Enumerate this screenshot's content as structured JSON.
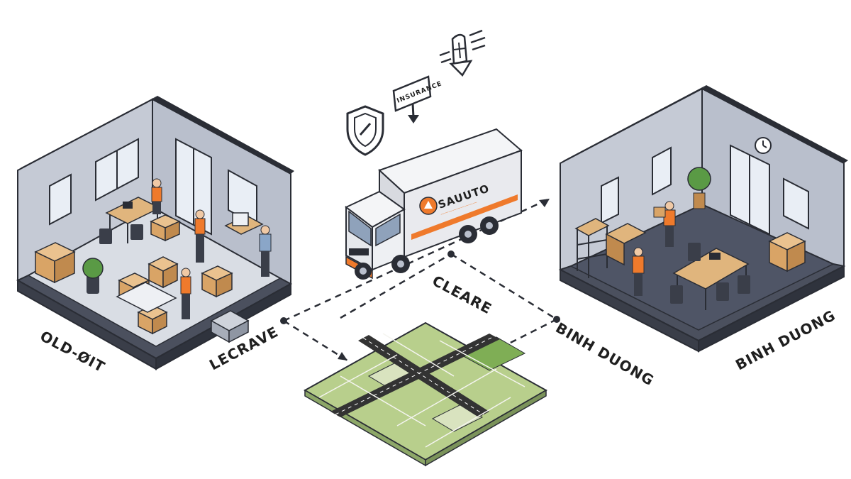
{
  "labels": {
    "old_office": "OLD-ØIT",
    "leave": "LECRAVE",
    "clear": "CLEARE",
    "route_destination": "BINH DUONG",
    "new_office": "BINH DUONG",
    "insurance_sign": "INSURANCE"
  },
  "truck": {
    "brand": "SAUUTO",
    "tagline": "—————————"
  },
  "icons": [
    "shield-icon",
    "insurance-sign-icon",
    "download-arrow-icon"
  ],
  "colors": {
    "accent": "#ef7a2c",
    "wall": "#c9ced8",
    "floor": "#5b6170",
    "outline": "#2a2d35",
    "map_green": "#9fc36b",
    "map_road": "#333333"
  }
}
